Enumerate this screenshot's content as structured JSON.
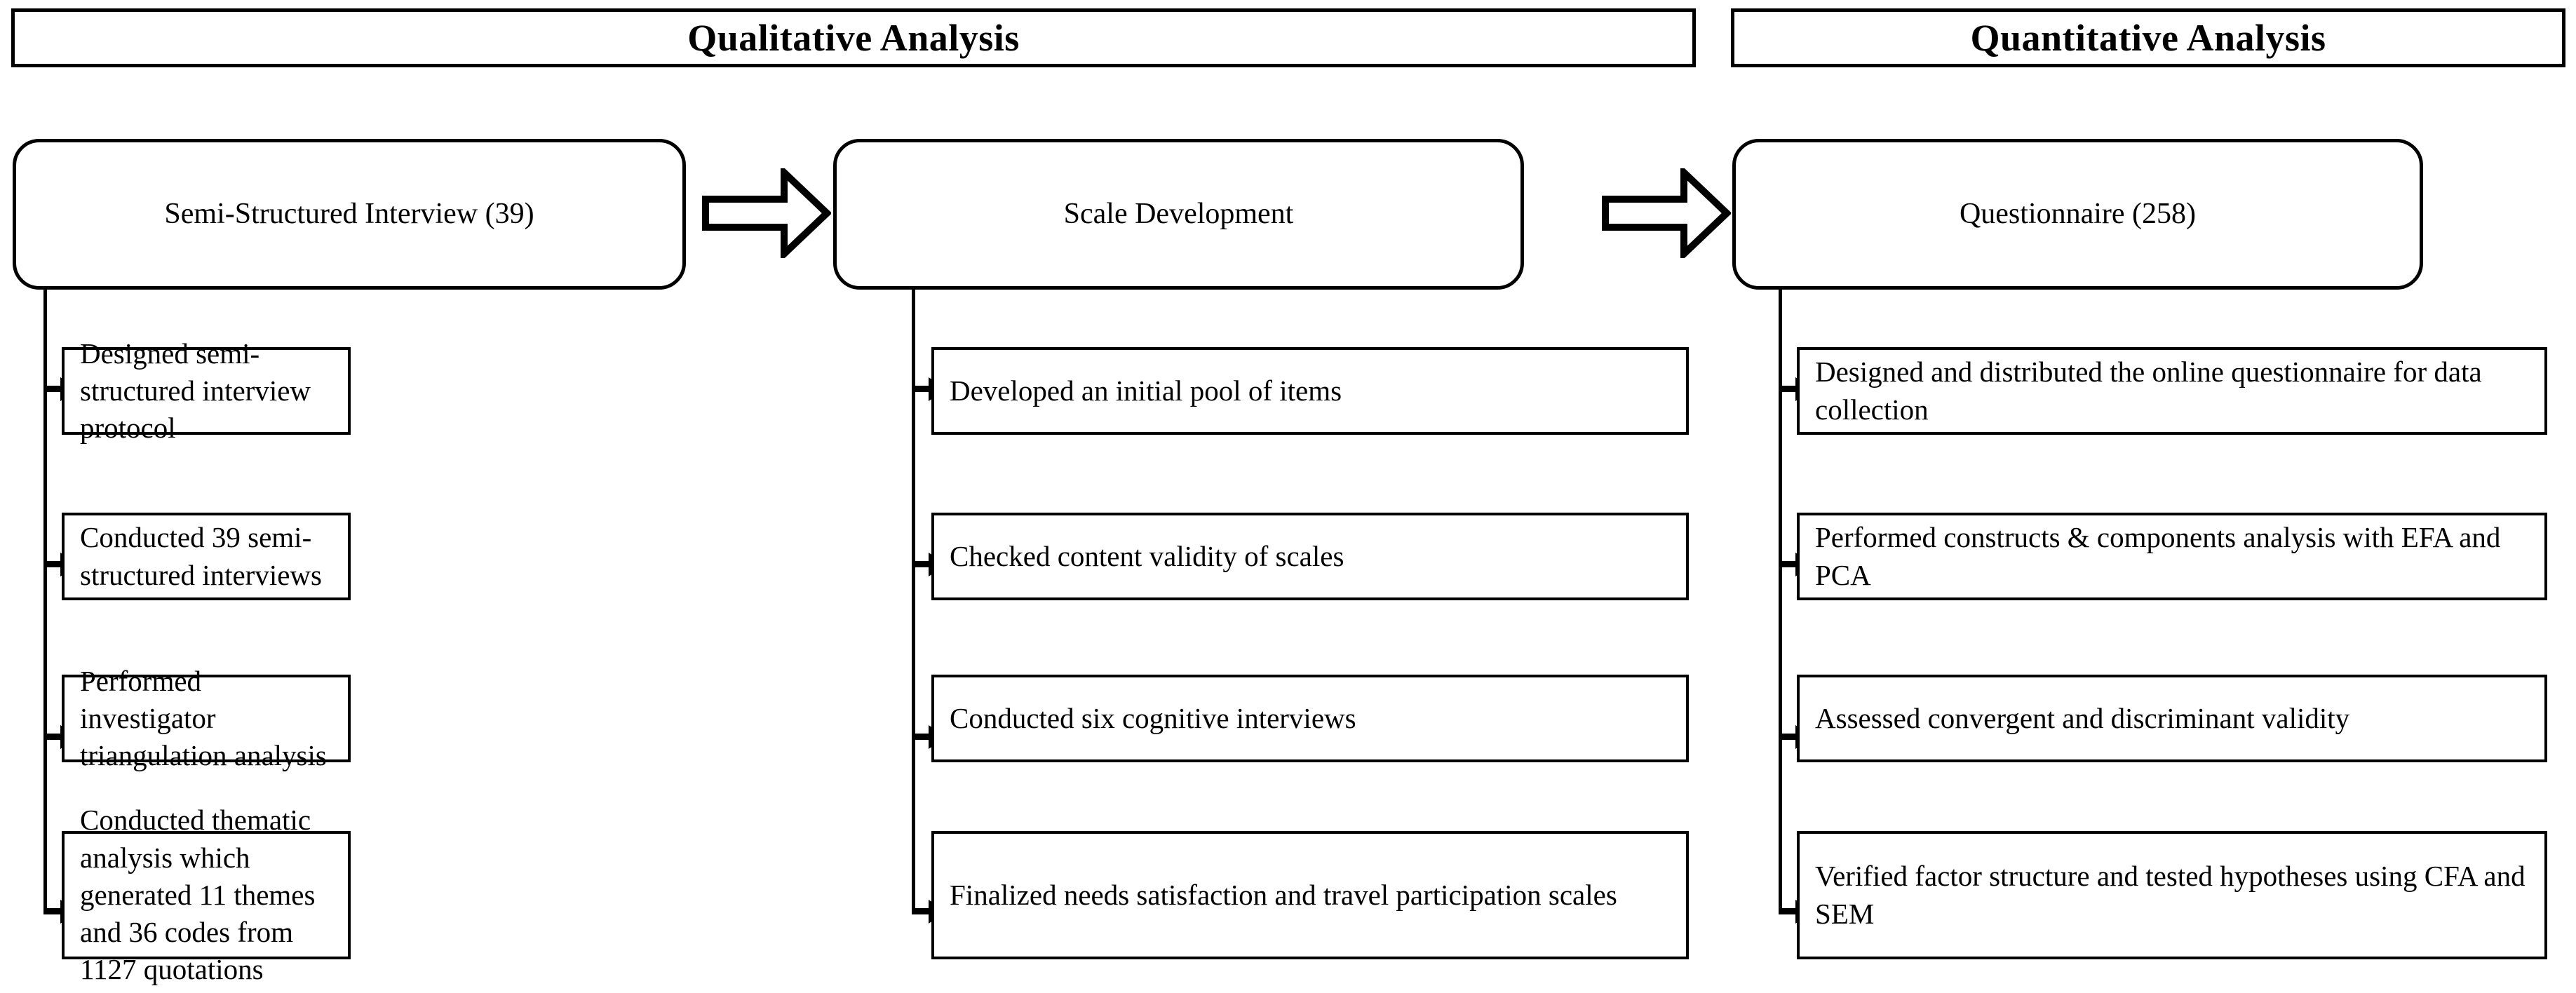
{
  "headers": [
    {
      "id": "qualitative",
      "label": "Qualitative Analysis"
    },
    {
      "id": "quantitative",
      "label": "Quantitative Analysis"
    }
  ],
  "stages": [
    {
      "id": "semi-structured-interview",
      "label": "Semi-Structured Interview (39)"
    },
    {
      "id": "scale-development",
      "label": "Scale Development"
    },
    {
      "id": "questionnaire",
      "label": "Questionnaire (258)"
    }
  ],
  "flow_arrows": [
    {
      "id": "arrow-interview-to-scale",
      "icon": "block-arrow-right-icon"
    },
    {
      "id": "arrow-scale-to-questionnaire",
      "icon": "block-arrow-right-icon"
    }
  ],
  "columns": [
    {
      "id": "qualitative-steps",
      "steps": [
        {
          "id": "step-q1",
          "line1": "Designed semi-structured interview",
          "line2": "protocol",
          "line3": ""
        },
        {
          "id": "step-q2",
          "line1": "Conducted 39 semi-structured",
          "line2": "interviews",
          "line3": ""
        },
        {
          "id": "step-q3",
          "line1": "Performed investigator triangulation",
          "line2": "analysis",
          "line3": ""
        },
        {
          "id": "step-q4",
          "line1": "Conducted thematic analysis which",
          "line2": "generated 11 themes and 36 codes",
          "line3": "from 1127 quotations"
        }
      ]
    },
    {
      "id": "scale-development-steps",
      "steps": [
        {
          "id": "step-s1",
          "line1": "Developed an initial pool of items",
          "line2": "",
          "line3": ""
        },
        {
          "id": "step-s2",
          "line1": "Checked content validity of scales",
          "line2": "",
          "line3": ""
        },
        {
          "id": "step-s3",
          "line1": "Conducted six cognitive interviews",
          "line2": "",
          "line3": ""
        },
        {
          "id": "step-s4",
          "line1": "Finalized needs satisfaction and",
          "line2": "travel participation scales",
          "line3": ""
        }
      ]
    },
    {
      "id": "quantitative-steps",
      "steps": [
        {
          "id": "step-n1",
          "line1": "Designed and distributed the online",
          "line2": "questionnaire for data collection",
          "line3": ""
        },
        {
          "id": "step-n2",
          "line1": "Performed constructs & components",
          "line2": "analysis with EFA and PCA",
          "line3": ""
        },
        {
          "id": "step-n3",
          "line1": "Assessed convergent and",
          "line2": "discriminant validity",
          "line3": ""
        },
        {
          "id": "step-n4",
          "line1": "Verified factor structure and tested",
          "line2": "hypotheses using CFA and SEM",
          "line3": ""
        }
      ]
    }
  ],
  "colors": {
    "stroke": "#000000",
    "background": "#ffffff",
    "text": "#000000"
  }
}
